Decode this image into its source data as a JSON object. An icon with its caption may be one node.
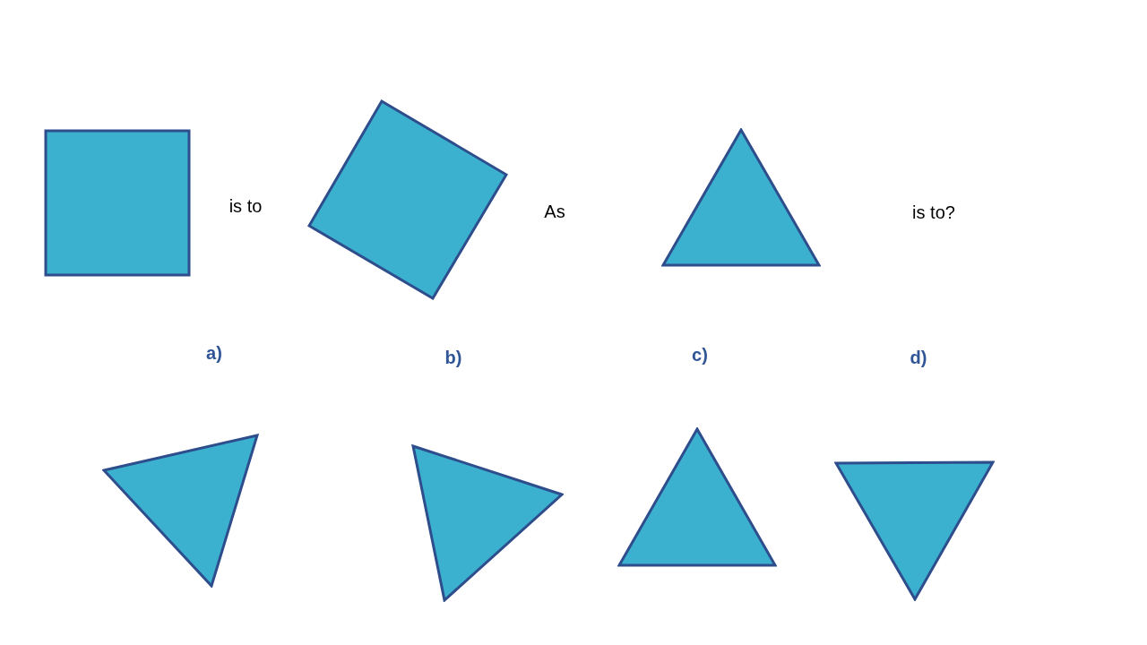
{
  "diagram": {
    "nodes": [
      {
        "text": [],
        "shape": "box"
      },
      {
        "text": [],
        "shape": "box"
      },
      {
        "text": [],
        "shape": "triangle"
      },
      {
        "text": [],
        "shape": "triangle"
      },
      {
        "text": [],
        "shape": "triangle"
      },
      {
        "text": [],
        "shape": "triangle"
      },
      {
        "text": [],
        "shape": "triangle"
      }
    ],
    "labels": [
      "is to",
      "As",
      "is to?",
      "a)",
      "b)",
      "c)",
      "d)"
    ]
  }
}
